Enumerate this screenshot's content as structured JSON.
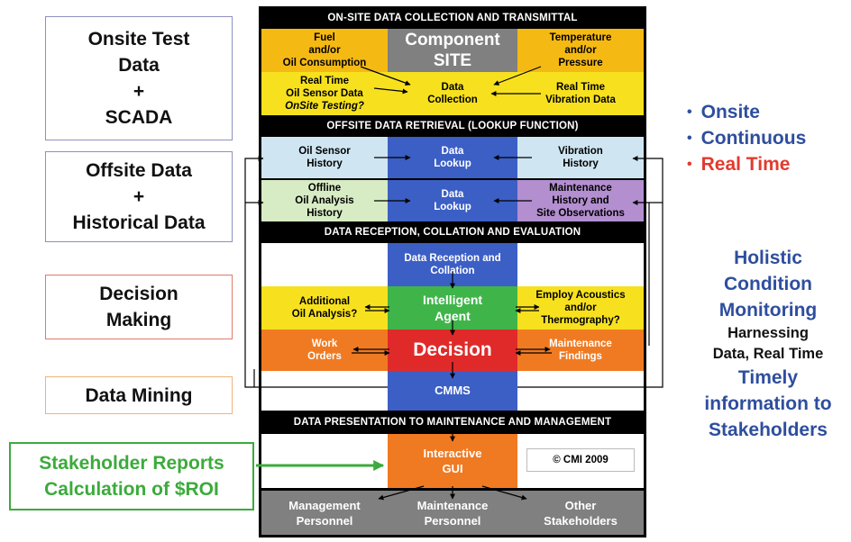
{
  "left_boxes": [
    {
      "lines": [
        "Onsite Test",
        "Data",
        "+",
        "SCADA"
      ],
      "border": "#8f8fc0"
    },
    {
      "lines": [
        "Offsite Data",
        "+",
        "Historical Data"
      ],
      "border": "#8f8fc0"
    },
    {
      "lines": [
        "Decision",
        "Making"
      ],
      "border": "#e07a6a"
    },
    {
      "lines": [
        "Data Mining"
      ],
      "border": "#f0b27a"
    },
    {
      "lines": [
        "Stakeholder Reports",
        "Calculation of $ROI"
      ],
      "border": "#3bab3b"
    }
  ],
  "sections": {
    "s1": "ON-SITE DATA COLLECTION AND TRANSMITTAL",
    "s2": "OFFSITE DATA RETRIEVAL (LOOKUP FUNCTION)",
    "s3": "DATA RECEPTION, COLLATION AND EVALUATION",
    "s4": "DATA PRESENTATION TO MAINTENANCE AND MANAGEMENT"
  },
  "cells": {
    "fuel": [
      "Fuel",
      "and/or",
      "Oil Consumption"
    ],
    "component": [
      "Component",
      "SITE"
    ],
    "temperature": [
      "Temperature",
      "and/or",
      "Pressure"
    ],
    "oil_sensor_rt": [
      "Real Time",
      "Oil Sensor Data",
      "OnSite Testing?"
    ],
    "data_collection": [
      "Data",
      "Collection"
    ],
    "vibration_rt": [
      "Real Time",
      "Vibration Data"
    ],
    "oil_sensor_history": [
      "Oil Sensor",
      "History"
    ],
    "data_lookup_1": [
      "Data",
      "Lookup"
    ],
    "vibration_history": [
      "Vibration",
      "History"
    ],
    "offline_oil": [
      "Offline",
      "Oil Analysis",
      "History"
    ],
    "data_lookup_2": [
      "Data",
      "Lookup"
    ],
    "maintenance_history": [
      "Maintenance",
      "History and",
      "Site Observations"
    ],
    "data_reception": [
      "Data Reception and",
      "Collation"
    ],
    "additional_oil": [
      "Additional",
      "Oil Analysis?"
    ],
    "intelligent_agent": [
      "Intelligent",
      "Agent"
    ],
    "employ_acoustics": [
      "Employ Acoustics",
      "and/or",
      "Thermography?"
    ],
    "work_orders": [
      "Work",
      "Orders"
    ],
    "decision": [
      "Decision"
    ],
    "maintenance_findings": [
      "Maintenance",
      "Findings"
    ],
    "cmms": [
      "CMMS"
    ],
    "interactive_gui": [
      "Interactive",
      "GUI"
    ],
    "copyright": "© CMI 2009",
    "management": [
      "Management",
      "Personnel"
    ],
    "maintenance_personnel": [
      "Maintenance",
      "Personnel"
    ],
    "other": [
      "Other",
      "Stakeholders"
    ]
  },
  "bullets": [
    {
      "text": "Onsite",
      "color": "#2e4e9e"
    },
    {
      "text": "Continuous",
      "color": "#2e4e9e"
    },
    {
      "text": "Real Time",
      "color": "#e23b2e"
    }
  ],
  "right_text": [
    {
      "text": "Holistic",
      "style": "blue"
    },
    {
      "text": "Condition",
      "style": "blue"
    },
    {
      "text": "Monitoring",
      "style": "blue"
    },
    {
      "text": "Harnessing",
      "style": "black"
    },
    {
      "text": "Data, Real Time",
      "style": "black"
    },
    {
      "text": "Timely",
      "style": "blue"
    },
    {
      "text": "information to",
      "style": "blue"
    },
    {
      "text": "Stakeholders",
      "style": "blue"
    }
  ],
  "colors": {
    "yellow": "#f7e11e",
    "orange_yellow": "#f5b914",
    "blue": "#3c5fc5",
    "light_blue": "#cfe6f2",
    "light_green": "#d7ecc4",
    "purple": "#b38fd0",
    "green": "#3fb549",
    "orange": "#f07a22",
    "red": "#e02a2a",
    "gray": "#808080",
    "arrow_green": "#3bab3b"
  }
}
